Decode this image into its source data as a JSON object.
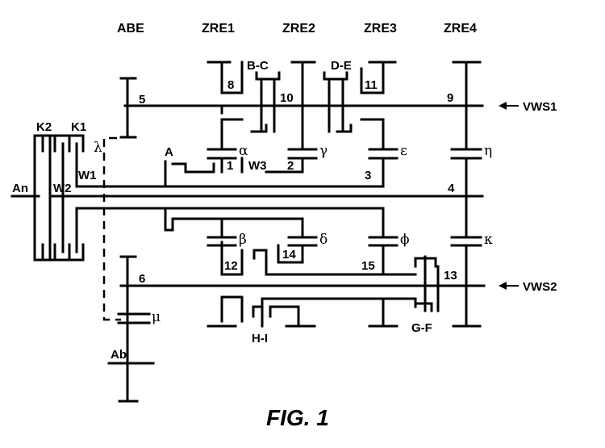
{
  "headers": {
    "abe": "ABE",
    "zre1": "ZRE1",
    "zre2": "ZRE2",
    "zre3": "ZRE3",
    "zre4": "ZRE4"
  },
  "inputs": {
    "vws1": "VWS1",
    "vws2": "VWS2",
    "an": "An",
    "ab": "Ab"
  },
  "shafts": {
    "w1": "W1",
    "w2": "W2",
    "w3": "W3"
  },
  "clutches": {
    "k1": "K1",
    "k2": "K2",
    "a": "A",
    "bc": "B-C",
    "de": "D-E",
    "hi": "H-I",
    "gf": "G-F"
  },
  "gears": {
    "n1": "1",
    "n2": "2",
    "n3": "3",
    "n4": "4",
    "n5": "5",
    "n6": "6",
    "n8": "8",
    "n9": "9",
    "n10": "10",
    "n11": "11",
    "n12": "12",
    "n13": "13",
    "n14": "14",
    "n15": "15"
  },
  "greek": {
    "alpha": "α",
    "beta": "β",
    "gamma": "γ",
    "delta": "δ",
    "epsilon": "ε",
    "phi": "ϕ",
    "eta": "η",
    "kappa": "κ",
    "lambda": "λ",
    "mu": "μ"
  },
  "caption": "FIG. 1"
}
